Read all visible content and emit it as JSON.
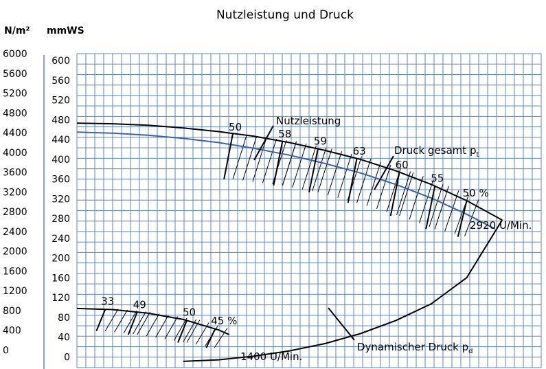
{
  "chart_data": {
    "type": "line",
    "title": "Nutzleistung und Druck",
    "y_unit_outer": "N/m²",
    "y_unit_inner": "mmWS",
    "y_ticks_outer": [
      "6000",
      "5600",
      "5200",
      "4800",
      "4400",
      "4000",
      "3600",
      "3200",
      "2800",
      "2400",
      "2000",
      "1600",
      "1200",
      "800",
      "400",
      "0"
    ],
    "y_ticks_inner": [
      "600",
      "560",
      "520",
      "480",
      "440",
      "400",
      "360",
      "320",
      "280",
      "240",
      "200",
      "160",
      "120",
      "80",
      "40",
      "0"
    ],
    "ylim": [
      0,
      600
    ],
    "grid": true,
    "colors": {
      "grid": "#5b84c4",
      "curve_black": "#000000",
      "curve_blue": "#3a63a8"
    },
    "curves": {
      "total_2920": [
        [
          0,
          467
        ],
        [
          10,
          466
        ],
        [
          20,
          463
        ],
        [
          30,
          458
        ],
        [
          40,
          451
        ],
        [
          50,
          442
        ],
        [
          60,
          430
        ],
        [
          70,
          415
        ],
        [
          80,
          398
        ],
        [
          90,
          376
        ],
        [
          100,
          350
        ],
        [
          110,
          319
        ],
        [
          120,
          282
        ]
      ],
      "blue_2920": [
        [
          0,
          450
        ],
        [
          10,
          448
        ],
        [
          20,
          444
        ],
        [
          30,
          438
        ],
        [
          40,
          430
        ],
        [
          50,
          419
        ],
        [
          60,
          406
        ],
        [
          70,
          390
        ],
        [
          80,
          372
        ],
        [
          90,
          350
        ],
        [
          100,
          324
        ],
        [
          110,
          293
        ],
        [
          118,
          265
        ]
      ],
      "dyn_2920": [
        [
          30,
          12
        ],
        [
          40,
          15
        ],
        [
          50,
          22
        ],
        [
          60,
          32
        ],
        [
          70,
          46
        ],
        [
          80,
          65
        ],
        [
          90,
          90
        ],
        [
          100,
          122
        ],
        [
          110,
          172
        ],
        [
          120,
          282
        ]
      ],
      "total_1400": [
        [
          0,
          113
        ],
        [
          10,
          111
        ],
        [
          20,
          104
        ],
        [
          30,
          92
        ],
        [
          40,
          72
        ],
        [
          43,
          63
        ]
      ]
    },
    "efficiency_2920": [
      {
        "label": "50",
        "x": 44,
        "top": 445,
        "bottom": 360
      },
      {
        "label": "58",
        "x": 58,
        "top": 432,
        "bottom": 348
      },
      {
        "label": "59",
        "x": 68,
        "top": 418,
        "bottom": 335
      },
      {
        "label": "63",
        "x": 79,
        "top": 399,
        "bottom": 315
      },
      {
        "label": "60",
        "x": 91,
        "top": 373,
        "bottom": 290
      },
      {
        "label": "55",
        "x": 101,
        "top": 347,
        "bottom": 265
      },
      {
        "label": "50 %",
        "x": 110,
        "top": 319,
        "bottom": 250
      }
    ],
    "efficiency_1400": [
      {
        "label": "33",
        "x": 8,
        "top": 112,
        "bottom": 70
      },
      {
        "label": "49",
        "x": 17,
        "top": 106,
        "bottom": 63
      },
      {
        "label": "50",
        "x": 31,
        "top": 91,
        "bottom": 48
      },
      {
        "label": "45 %",
        "x": 39,
        "top": 75,
        "bottom": 38
      }
    ],
    "annotations": {
      "nutzleistung": "Nutzleistung",
      "druck_gesamt": "Druck gesamt p",
      "druck_gesamt_sub": "t",
      "dyn_druck": "Dynamischer Druck p",
      "dyn_druck_sub": "d",
      "speed_high": "2920 U/Min.",
      "speed_low": "1400 U/Min."
    }
  }
}
